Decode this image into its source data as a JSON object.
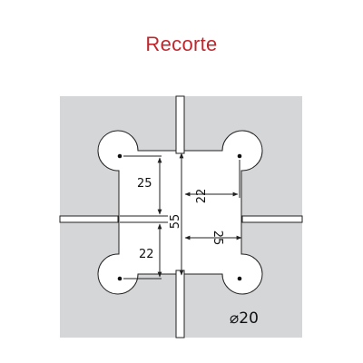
{
  "title": "Recorte",
  "colors": {
    "title": "#c0272d",
    "panel": "#d5d6d8",
    "cutout": "#ffffff",
    "line": "#222222"
  },
  "dimensions": {
    "top_vertical": "25",
    "bottom_vertical": "22",
    "total_height": "55",
    "upper_horizontal": "22",
    "lower_horizontal": "25",
    "hole_diameter_symbol": "⌀",
    "hole_diameter_value": "20"
  }
}
